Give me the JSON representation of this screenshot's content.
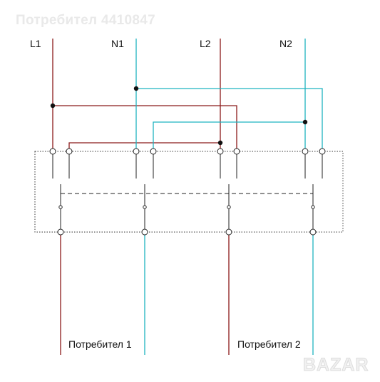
{
  "watermark": "Потребител 4410847",
  "terminals": {
    "l1": "L1",
    "n1": "N1",
    "l2": "L2",
    "n2": "N2"
  },
  "consumers": {
    "c1": "Потребител 1",
    "c2": "Потребител 2"
  },
  "colors": {
    "phase": "#8b1a1a",
    "neutral": "#1fb3c0",
    "outline": "#333333",
    "watermark": "#e9e9e9"
  },
  "logo": {
    "text": "BAZAR"
  }
}
